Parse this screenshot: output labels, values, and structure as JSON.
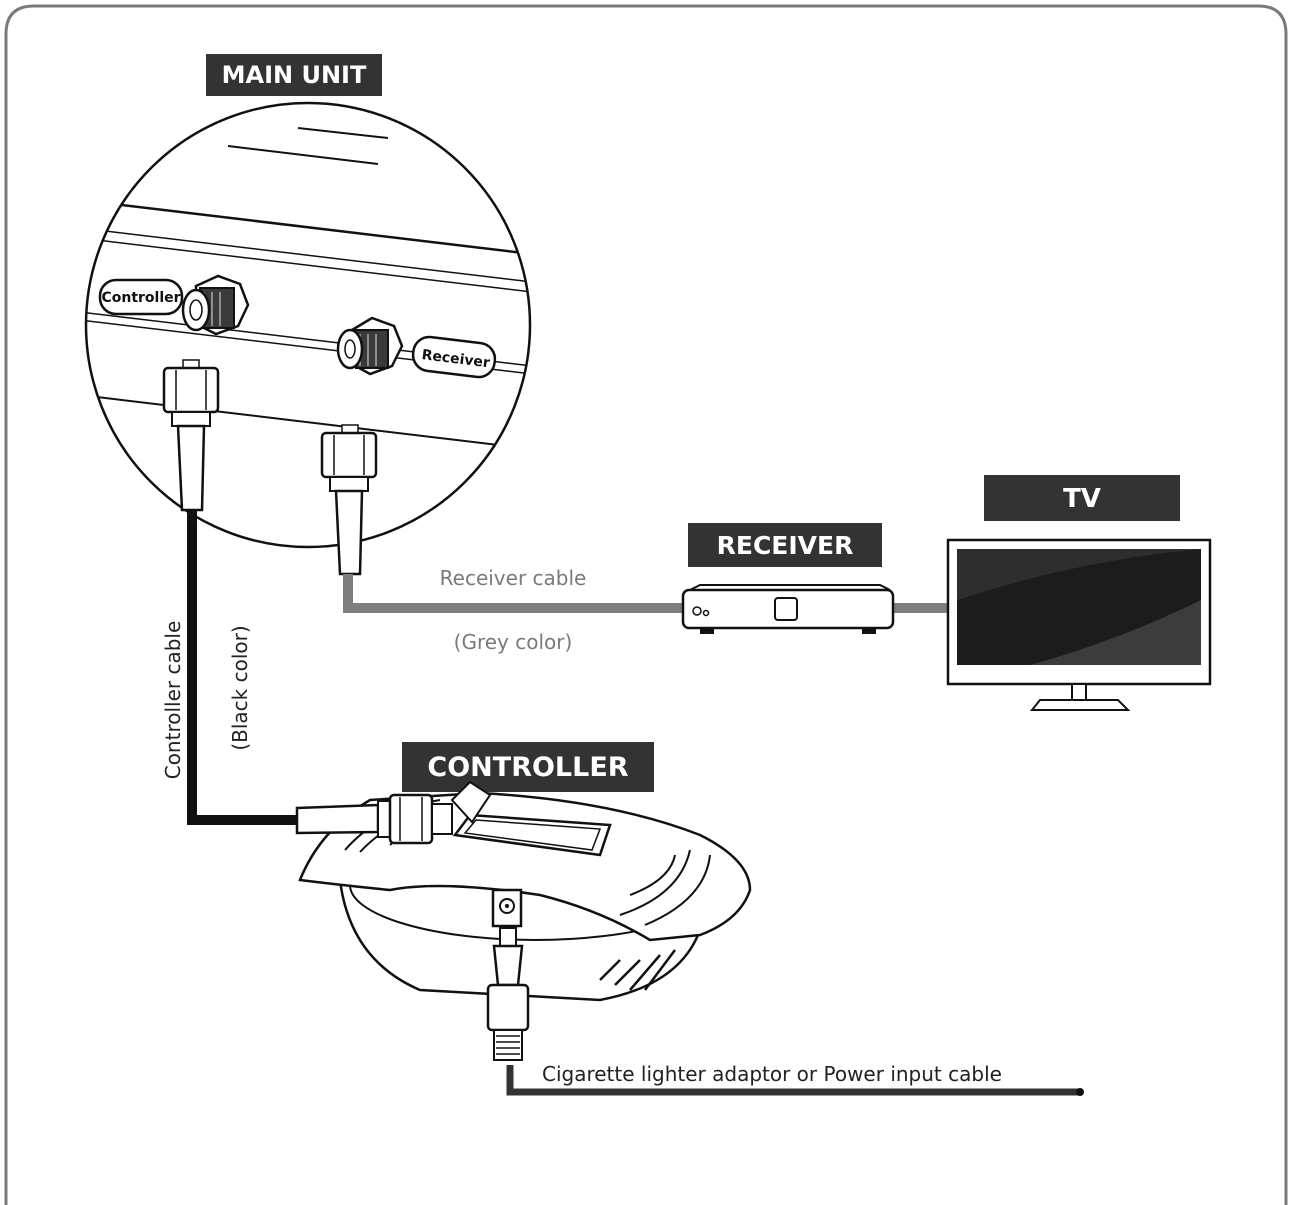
{
  "diagram": {
    "labels": {
      "main_unit": "MAIN UNIT",
      "tv": "TV",
      "receiver": "RECEIVER",
      "controller": "CONTROLLER"
    },
    "ports": {
      "controller": "Controller",
      "receiver": "Receiver"
    },
    "cables": {
      "receiver_cable": "Receiver cable",
      "receiver_color": "(Grey color)",
      "controller_cable": "Controller cable",
      "controller_color": "(Black color)",
      "power_cable": "Cigarette lighter adaptor or Power input cable"
    },
    "colors": {
      "label_box": "#333333",
      "receiver_cable": "#7f7f7f",
      "controller_cable": "#111111",
      "frame": "#7a7a7a"
    }
  }
}
